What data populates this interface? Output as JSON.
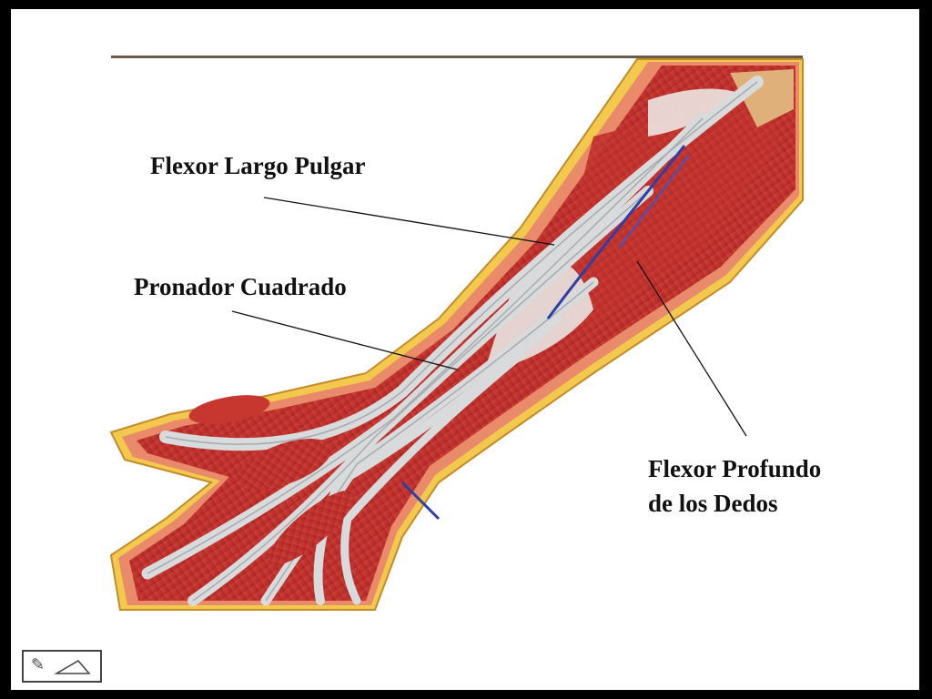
{
  "labels": {
    "flexor_largo": "Flexor Largo Pulgar",
    "pronador": "Pronador Cuadrado",
    "flexor_profundo_line1": "Flexor Profundo",
    "flexor_profundo_line2": "de los Dedos"
  },
  "icons": [
    "pen-icon",
    "triangle-icon"
  ],
  "colors": {
    "muscle": "#c7362f",
    "muscle_dark": "#9a1f1f",
    "tendon": "#d8dadb",
    "fat": "#f2c94c",
    "skin": "#e98b6a",
    "background": "#ffffff",
    "frame": "#000000"
  }
}
